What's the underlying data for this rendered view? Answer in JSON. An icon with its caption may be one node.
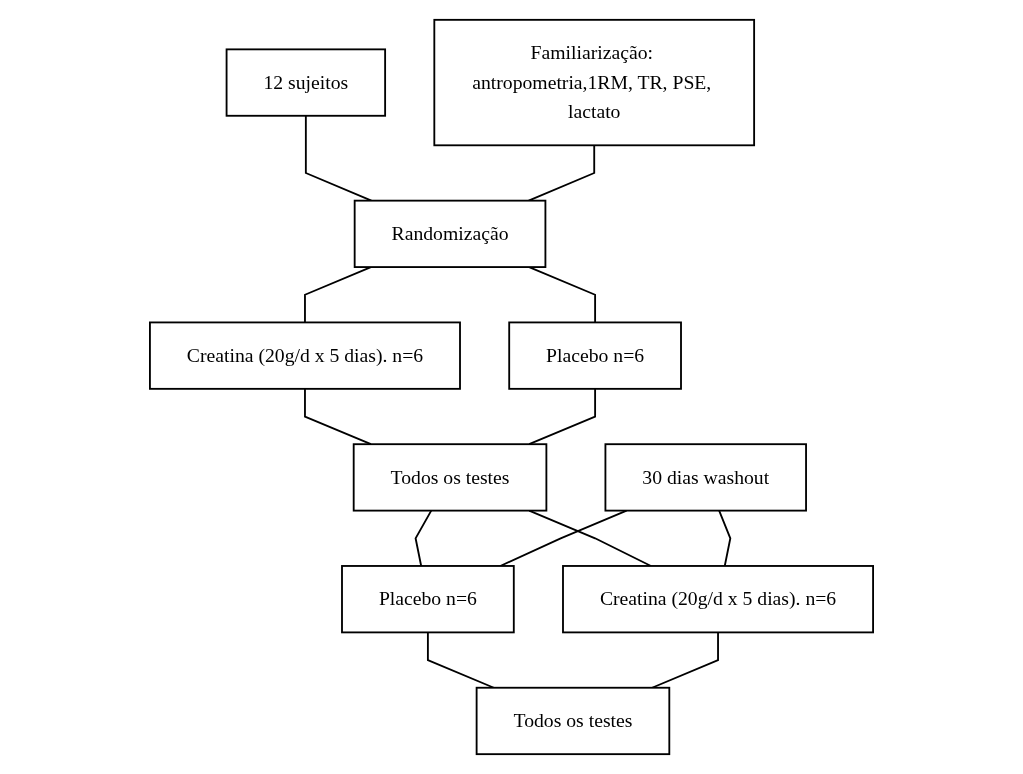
{
  "diagram": {
    "nodes": [
      {
        "text": [
          "12 sujeitos"
        ]
      },
      {
        "text": [
          "Familiarização: antropometria,1RM, TR, PSE, lactato"
        ]
      },
      {
        "text": [
          "Randomização"
        ]
      },
      {
        "text": [
          "Creatina (20g/d x 5 dias). n=6"
        ]
      },
      {
        "text": [
          "Placebo n=6"
        ]
      },
      {
        "text": [
          "Todos os testes"
        ]
      },
      {
        "text": [
          "30 dias washout"
        ]
      },
      {
        "text": [
          "Placebo n=6"
        ]
      },
      {
        "text": [
          "Creatina (20g/d x 5 dias). n=6"
        ]
      },
      {
        "text": [
          "Todos os testes"
        ]
      }
    ],
    "edges": [
      {
        "from": 0,
        "to": 2,
        "arrow": "none"
      },
      {
        "from": 1,
        "to": 2,
        "arrow": "none"
      },
      {
        "from": 2,
        "to": 3,
        "arrow": "none"
      },
      {
        "from": 2,
        "to": 4,
        "arrow": "none"
      },
      {
        "from": 3,
        "to": 5,
        "arrow": "none"
      },
      {
        "from": 4,
        "to": 5,
        "arrow": "none"
      },
      {
        "from": 5,
        "to": 7,
        "arrow": "none"
      },
      {
        "from": 5,
        "to": 8,
        "arrow": "none"
      },
      {
        "from": 6,
        "to": 7,
        "arrow": "none"
      },
      {
        "from": 6,
        "to": 8,
        "arrow": "none"
      },
      {
        "from": 7,
        "to": 9,
        "arrow": "none"
      },
      {
        "from": 8,
        "to": 9,
        "arrow": "none"
      }
    ]
  }
}
